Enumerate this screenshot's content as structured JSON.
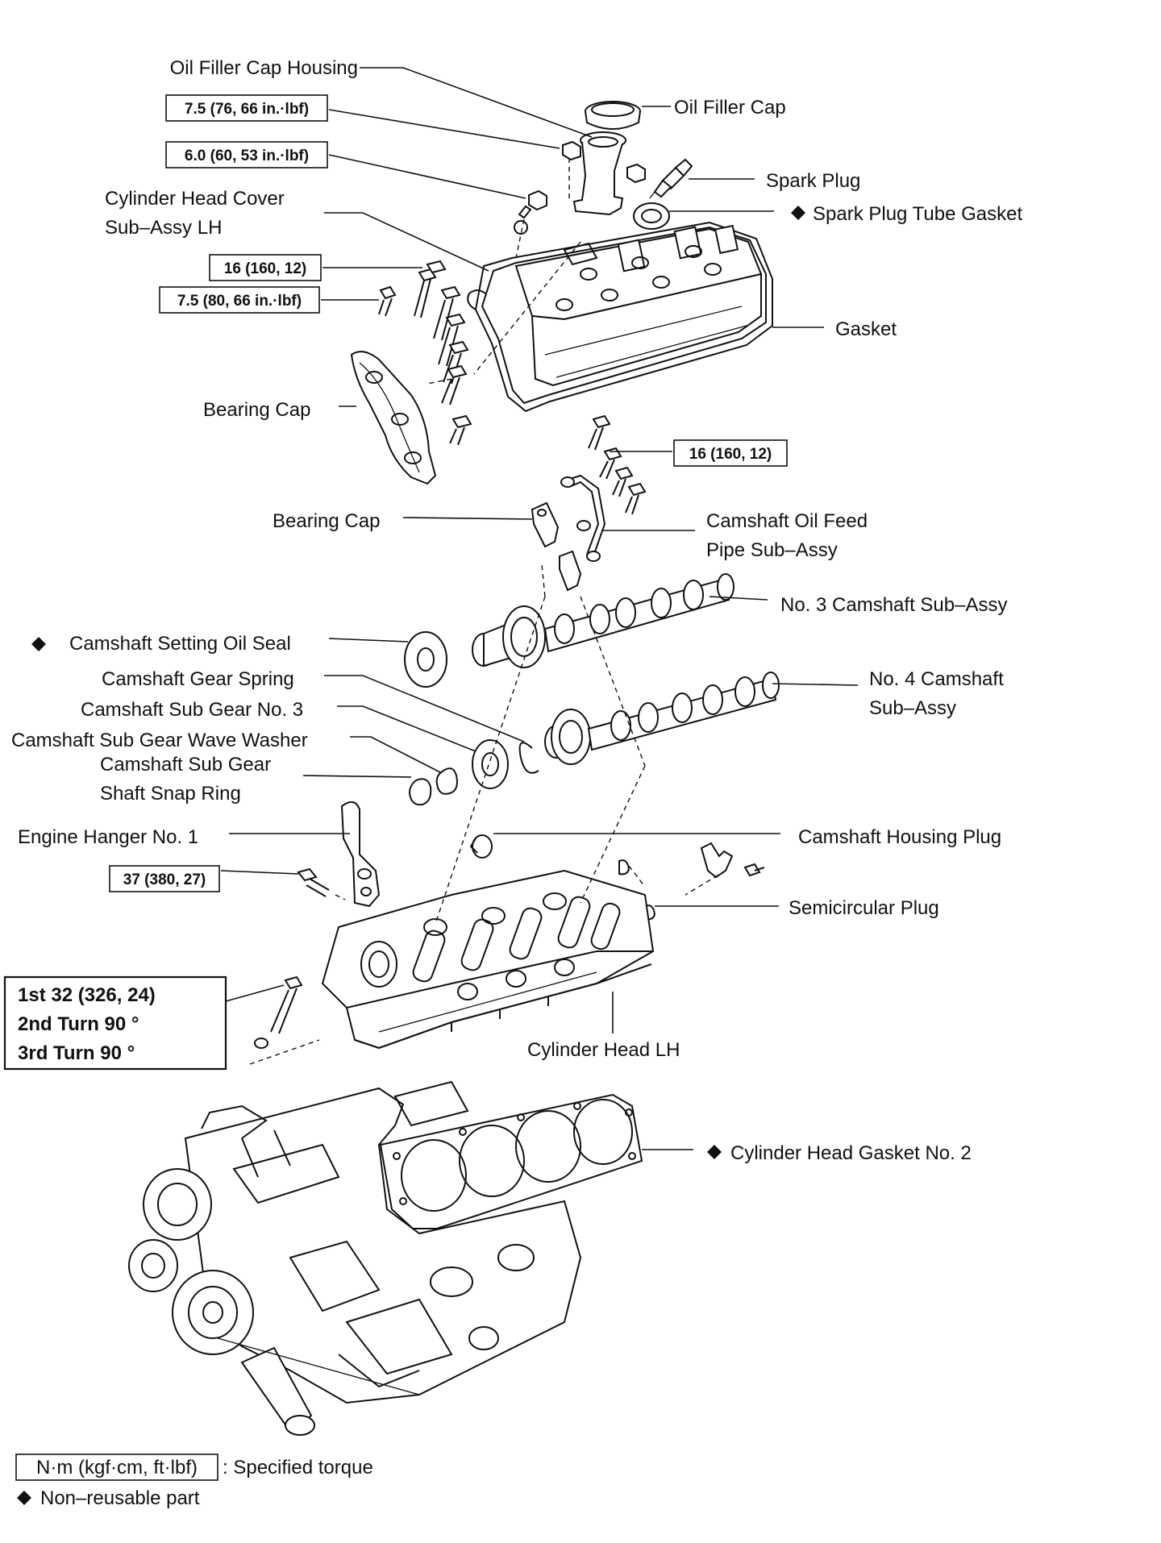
{
  "labels": {
    "oil_filler_cap_housing": "Oil Filler Cap Housing",
    "oil_filler_cap": "Oil Filler Cap",
    "spark_plug": "Spark Plug",
    "spark_plug_tube_gasket": "Spark Plug Tube Gasket",
    "cylinder_head_cover_1": "Cylinder Head Cover",
    "cylinder_head_cover_2": "Sub–Assy LH",
    "gasket": "Gasket",
    "bearing_cap_upper": "Bearing Cap",
    "bearing_cap_lower": "Bearing Cap",
    "camshaft_oil_feed_1": "Camshaft Oil Feed",
    "camshaft_oil_feed_2": "Pipe Sub–Assy",
    "no3_camshaft": "No. 3 Camshaft Sub–Assy",
    "camshaft_setting_oil_seal": "Camshaft Setting Oil Seal",
    "camshaft_gear_spring": "Camshaft Gear Spring",
    "no4_camshaft_1": "No. 4 Camshaft",
    "no4_camshaft_2": "Sub–Assy",
    "camshaft_sub_gear_no3": "Camshaft Sub Gear No. 3",
    "camshaft_sub_gear_wave_washer": "Camshaft Sub Gear Wave Washer",
    "camshaft_sub_gear_snap_1": "Camshaft Sub Gear",
    "camshaft_sub_gear_snap_2": "Shaft Snap Ring",
    "engine_hanger": "Engine Hanger No. 1",
    "camshaft_housing_plug": "Camshaft Housing Plug",
    "semicircular_plug": "Semicircular Plug",
    "cylinder_head_lh": "Cylinder Head LH",
    "cylinder_head_gasket": "Cylinder Head Gasket No. 2"
  },
  "torques": {
    "t1": "7.5 (76, 66 in.·lbf)",
    "t2": "6.0 (60, 53 in.·lbf)",
    "t3": "16 (160, 12)",
    "t4": "7.5 (80, 66 in.·lbf)",
    "t5": "16 (160, 12)",
    "t6": "37 (380, 27)",
    "t7_1": "1st 32 (326, 24)",
    "t7_2": "2nd Turn 90 °",
    "t7_3": "3rd Turn 90 °"
  },
  "legend": {
    "torque_box": "N·m (kgf·cm, ft·lbf)",
    "torque_text": ": Specified torque",
    "nonreusable_text": "Non–reusable part"
  }
}
